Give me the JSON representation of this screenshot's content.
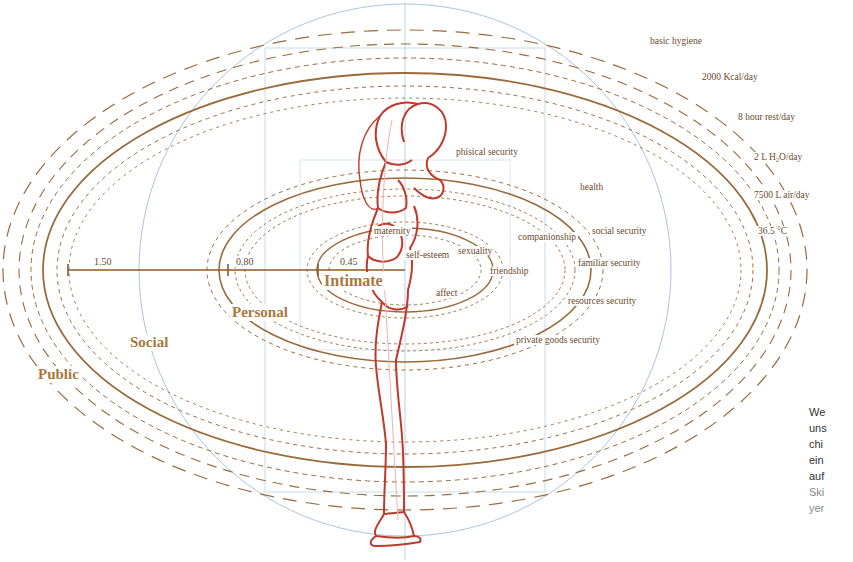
{
  "diagram": {
    "labels": [
      "basic hygiene",
      "2000 Kcal/day",
      "8 hour rest/day",
      "2 L H₂O/day",
      "7500 L air/day",
      "36.5 °C",
      "phisical security",
      "health",
      "social security",
      "familiar security",
      "resources security",
      "private goods security",
      "companionship",
      "friendship",
      "sexuality",
      "affect",
      "maternity",
      "self-esteem",
      "1.50",
      "0.80",
      "0.45",
      "Intimate",
      "Personal",
      "Social",
      "Public",
      "We",
      "uns",
      "chi",
      "ein",
      "auf",
      "Ski",
      "yer"
    ]
  }
}
